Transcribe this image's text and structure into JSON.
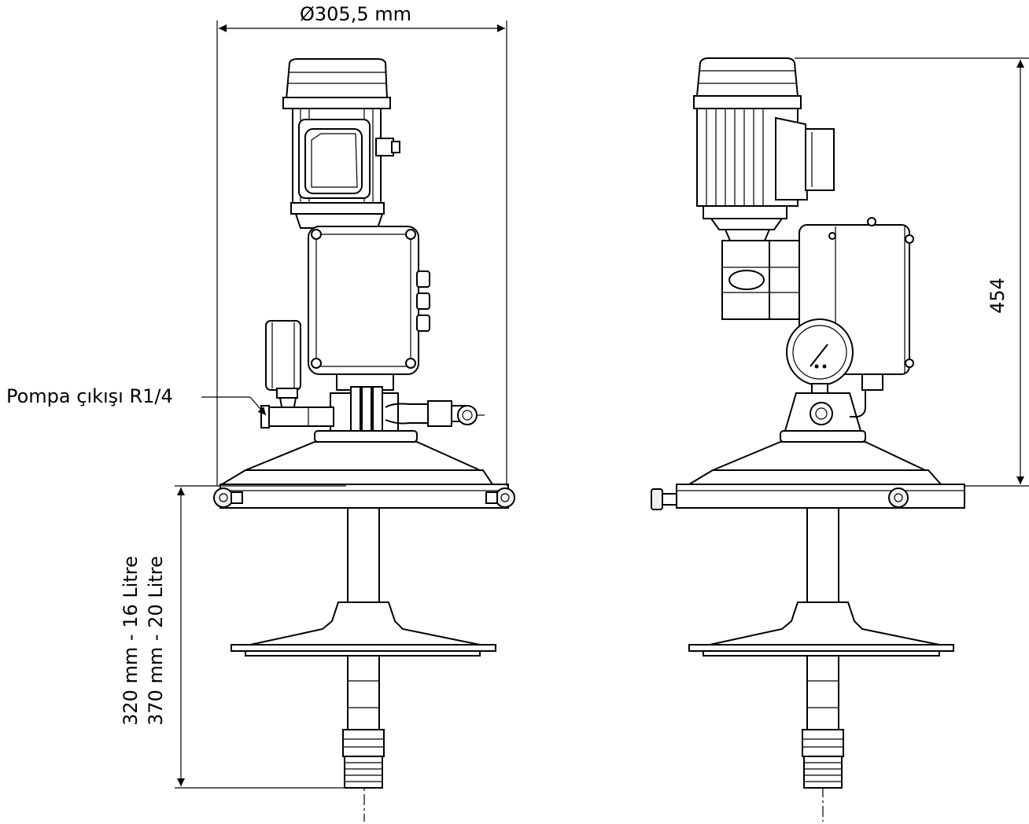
{
  "dimensions": {
    "diameter": "Ø305,5 mm",
    "height": "454",
    "length_16": "320 mm - 16 Litre",
    "length_20": "370 mm - 20 Litre"
  },
  "callouts": {
    "pump_outlet": "Pompa çıkışı R1/4"
  },
  "colors": {
    "line": "#000000",
    "background": "#ffffff"
  }
}
